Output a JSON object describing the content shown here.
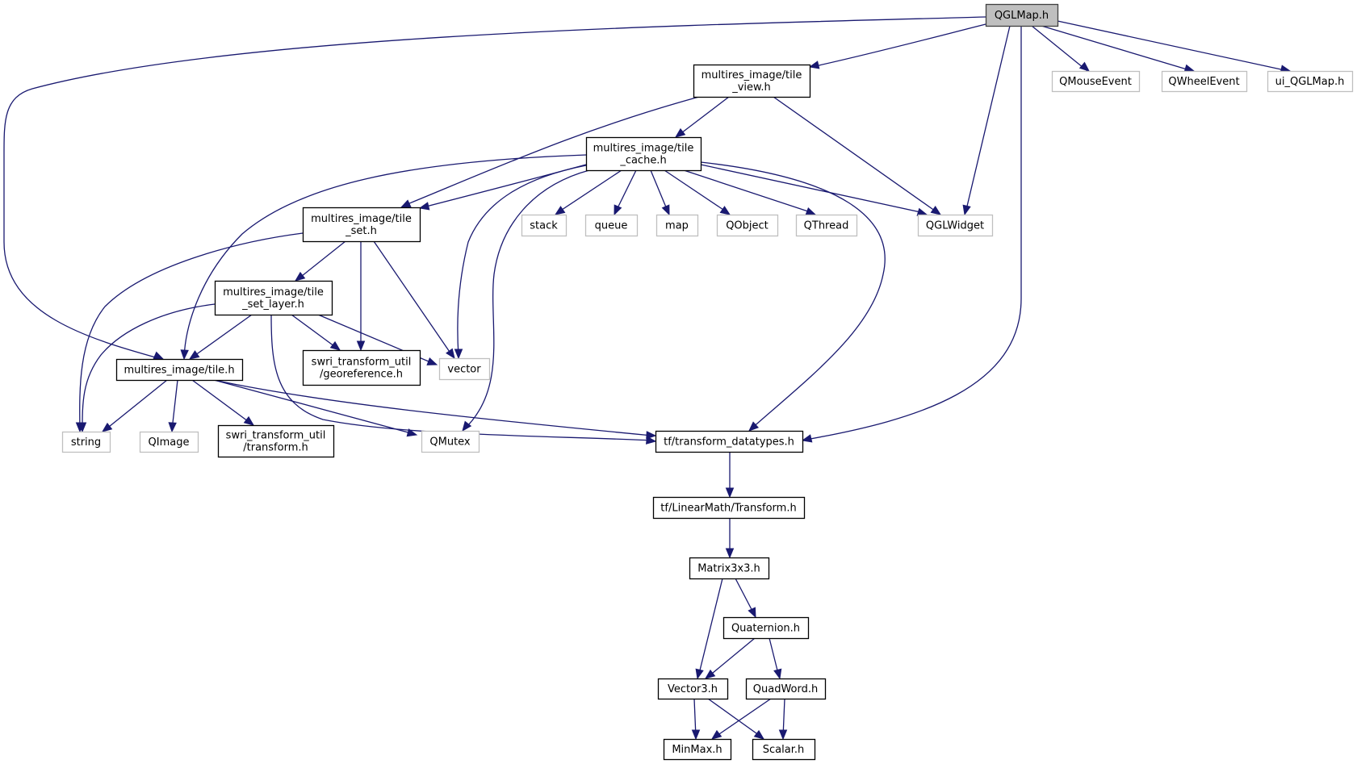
{
  "diagram": {
    "title": "QGLMap.h include dependency graph",
    "colors": {
      "edge": "#191970",
      "root_fill": "#bfbfbf",
      "root_border": "#404040",
      "documented_border": "#000000",
      "external_border": "#bfbfbf",
      "node_fill": "#ffffff"
    },
    "nodes": [
      {
        "id": "qglmap",
        "label": [
          "QGLMap.h"
        ],
        "kind": "root"
      },
      {
        "id": "tile_view",
        "label": [
          "multires_image/tile",
          "_view.h"
        ],
        "kind": "documented"
      },
      {
        "id": "qmouseevent",
        "label": [
          "QMouseEvent"
        ],
        "kind": "external"
      },
      {
        "id": "qwheelevent",
        "label": [
          "QWheelEvent"
        ],
        "kind": "external"
      },
      {
        "id": "ui_qglmap",
        "label": [
          "ui_QGLMap.h"
        ],
        "kind": "external"
      },
      {
        "id": "tile_cache",
        "label": [
          "multires_image/tile",
          "_cache.h"
        ],
        "kind": "documented"
      },
      {
        "id": "stack",
        "label": [
          "stack"
        ],
        "kind": "external"
      },
      {
        "id": "queue",
        "label": [
          "queue"
        ],
        "kind": "external"
      },
      {
        "id": "map",
        "label": [
          "map"
        ],
        "kind": "external"
      },
      {
        "id": "qobject",
        "label": [
          "QObject"
        ],
        "kind": "external"
      },
      {
        "id": "qthread",
        "label": [
          "QThread"
        ],
        "kind": "external"
      },
      {
        "id": "qglwidget",
        "label": [
          "QGLWidget"
        ],
        "kind": "external"
      },
      {
        "id": "tile_set",
        "label": [
          "multires_image/tile",
          "_set.h"
        ],
        "kind": "documented"
      },
      {
        "id": "tile_set_layer",
        "label": [
          "multires_image/tile",
          "_set_layer.h"
        ],
        "kind": "documented"
      },
      {
        "id": "georeference",
        "label": [
          "swri_transform_util",
          "/georeference.h"
        ],
        "kind": "documented"
      },
      {
        "id": "vector",
        "label": [
          "vector"
        ],
        "kind": "external"
      },
      {
        "id": "tile",
        "label": [
          "multires_image/tile.h"
        ],
        "kind": "documented"
      },
      {
        "id": "string",
        "label": [
          "string"
        ],
        "kind": "external"
      },
      {
        "id": "qimage",
        "label": [
          "QImage"
        ],
        "kind": "external"
      },
      {
        "id": "transform",
        "label": [
          "swri_transform_util",
          "/transform.h"
        ],
        "kind": "documented"
      },
      {
        "id": "qmutex",
        "label": [
          "QMutex"
        ],
        "kind": "external"
      },
      {
        "id": "transform_datatypes",
        "label": [
          "tf/transform_datatypes.h"
        ],
        "kind": "documented"
      },
      {
        "id": "linearmath_transform",
        "label": [
          "tf/LinearMath/Transform.h"
        ],
        "kind": "documented"
      },
      {
        "id": "matrix3x3",
        "label": [
          "Matrix3x3.h"
        ],
        "kind": "documented"
      },
      {
        "id": "quaternion",
        "label": [
          "Quaternion.h"
        ],
        "kind": "documented"
      },
      {
        "id": "vector3",
        "label": [
          "Vector3.h"
        ],
        "kind": "documented"
      },
      {
        "id": "quadword",
        "label": [
          "QuadWord.h"
        ],
        "kind": "documented"
      },
      {
        "id": "minmax",
        "label": [
          "MinMax.h"
        ],
        "kind": "documented"
      },
      {
        "id": "scalar",
        "label": [
          "Scalar.h"
        ],
        "kind": "documented"
      }
    ],
    "edges": [
      {
        "from": "qglmap",
        "to": "tile_view"
      },
      {
        "from": "qglmap",
        "to": "qmouseevent"
      },
      {
        "from": "qglmap",
        "to": "qwheelevent"
      },
      {
        "from": "qglmap",
        "to": "ui_qglmap"
      },
      {
        "from": "qglmap",
        "to": "qglwidget"
      },
      {
        "from": "qglmap",
        "to": "tile"
      },
      {
        "from": "qglmap",
        "to": "transform_datatypes"
      },
      {
        "from": "tile_view",
        "to": "tile_cache"
      },
      {
        "from": "tile_view",
        "to": "tile_set"
      },
      {
        "from": "tile_view",
        "to": "qglwidget"
      },
      {
        "from": "tile_cache",
        "to": "tile_set"
      },
      {
        "from": "tile_cache",
        "to": "tile"
      },
      {
        "from": "tile_cache",
        "to": "vector"
      },
      {
        "from": "tile_cache",
        "to": "qmutex"
      },
      {
        "from": "tile_cache",
        "to": "stack"
      },
      {
        "from": "tile_cache",
        "to": "queue"
      },
      {
        "from": "tile_cache",
        "to": "map"
      },
      {
        "from": "tile_cache",
        "to": "qobject"
      },
      {
        "from": "tile_cache",
        "to": "qthread"
      },
      {
        "from": "tile_cache",
        "to": "qglwidget"
      },
      {
        "from": "tile_cache",
        "to": "transform_datatypes"
      },
      {
        "from": "tile_set",
        "to": "tile_set_layer"
      },
      {
        "from": "tile_set",
        "to": "georeference"
      },
      {
        "from": "tile_set",
        "to": "vector"
      },
      {
        "from": "tile_set",
        "to": "string"
      },
      {
        "from": "tile_set_layer",
        "to": "tile"
      },
      {
        "from": "tile_set_layer",
        "to": "georeference"
      },
      {
        "from": "tile_set_layer",
        "to": "vector"
      },
      {
        "from": "tile_set_layer",
        "to": "string"
      },
      {
        "from": "tile_set_layer",
        "to": "transform_datatypes"
      },
      {
        "from": "tile",
        "to": "string"
      },
      {
        "from": "tile",
        "to": "qimage"
      },
      {
        "from": "tile",
        "to": "transform"
      },
      {
        "from": "tile",
        "to": "qmutex"
      },
      {
        "from": "tile",
        "to": "transform_datatypes"
      },
      {
        "from": "transform_datatypes",
        "to": "linearmath_transform"
      },
      {
        "from": "linearmath_transform",
        "to": "matrix3x3"
      },
      {
        "from": "matrix3x3",
        "to": "vector3"
      },
      {
        "from": "matrix3x3",
        "to": "quaternion"
      },
      {
        "from": "quaternion",
        "to": "vector3"
      },
      {
        "from": "quaternion",
        "to": "quadword"
      },
      {
        "from": "vector3",
        "to": "minmax"
      },
      {
        "from": "vector3",
        "to": "scalar"
      },
      {
        "from": "quadword",
        "to": "minmax"
      },
      {
        "from": "quadword",
        "to": "scalar"
      }
    ]
  }
}
